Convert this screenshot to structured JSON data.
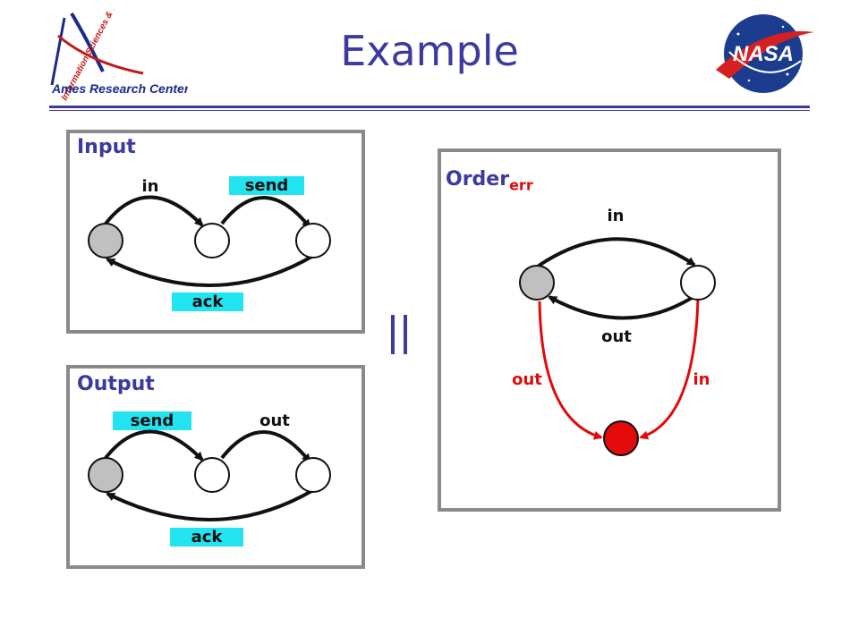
{
  "slide": {
    "title": "Example",
    "logo_left_text_arc": "Information Sciences & Technology",
    "logo_left_text": "Ames Research Center",
    "logo_right_text": "NASA"
  },
  "input_panel": {
    "title": "Input",
    "edge_in": "in",
    "edge_send": "send",
    "edge_ack": "ack"
  },
  "output_panel": {
    "title": "Output",
    "edge_send": "send",
    "edge_out": "out",
    "edge_ack": "ack"
  },
  "order_panel": {
    "title": "Order",
    "title_subscript": "err",
    "edge_in_top": "in",
    "edge_out_back": "out",
    "edge_out_err": "out",
    "edge_in_err": "in"
  },
  "operator": "||",
  "colors": {
    "title": "#3d3a9e",
    "highlight": "#22e4f0",
    "error": "#e20a0a",
    "initial_state": "#c0c0c0"
  }
}
